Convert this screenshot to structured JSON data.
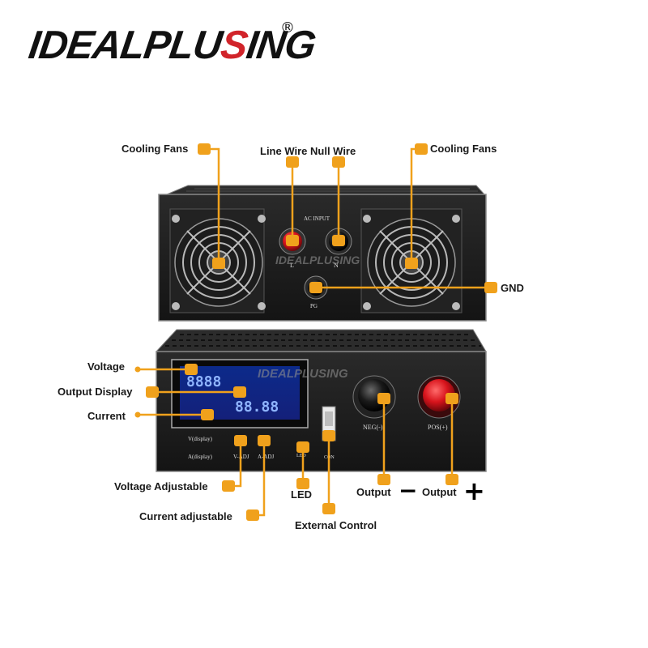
{
  "brand": {
    "name_main": "IDEALPLU",
    "name_accent": "S",
    "name_end": "ING",
    "registered_mark": "®"
  },
  "panel_text": {
    "ac_input": "AC INPUT",
    "terminal_l": "L",
    "terminal_n": "N",
    "terminal_pg": "PG",
    "watermark": "IDEALPLUSING",
    "meter_voltage_digits": "8888",
    "meter_current_digits": "88.88",
    "v_display": "V(display)",
    "a_display": "A(display)",
    "v_adj": "V-ADJ",
    "a_adj": "A-ADJ",
    "led": "LED",
    "con": "CON",
    "neg": "NEG(-)",
    "pos": "POS(+)"
  },
  "labels": {
    "cooling_fans_left": "Cooling Fans",
    "line_null_wire": "Line Wire Null Wire",
    "cooling_fans_right": "Cooling Fans",
    "gnd": "GND",
    "voltage": "Voltage",
    "output_display": "Output Display",
    "current": "Current",
    "voltage_adjustable": "Voltage Adjustable",
    "led": "LED",
    "current_adjustable": "Current adjustable",
    "external_control": "External Control",
    "output_neg": "Output",
    "output_pos": "Output",
    "minus_symbol": "−",
    "plus_symbol": "+"
  },
  "colors": {
    "callout_orange": "#f0a11c",
    "brand_red": "#d1242a",
    "chassis": "#1b1b1b",
    "lcd_blue": "#1a4fd6",
    "terminal_red": "#d8141c"
  },
  "icons": [
    "cooling-fan-icon",
    "terminal-knob-icon",
    "lcd-meter-icon",
    "toggle-switch-icon",
    "plus-icon",
    "minus-icon"
  ]
}
